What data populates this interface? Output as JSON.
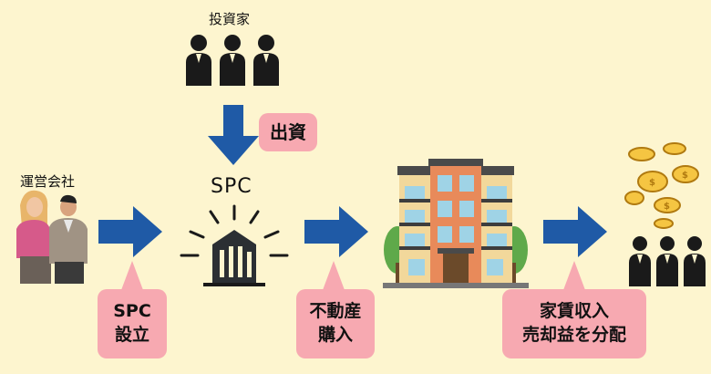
{
  "investor": {
    "label": "投資家"
  },
  "operator": {
    "label": "運営会社"
  },
  "spc": {
    "label": "SPC"
  },
  "callouts": {
    "investment": "出資",
    "spc_setup": [
      "SPC",
      "設立"
    ],
    "purchase": [
      "不動産",
      "購入"
    ],
    "distribution": [
      "家賃収入",
      "売却益を分配"
    ]
  },
  "colors": {
    "background": "#fdf5cf",
    "arrow": "#1f5aa6",
    "callout": "#f7a9b1",
    "figure": "#1a1a1a"
  }
}
